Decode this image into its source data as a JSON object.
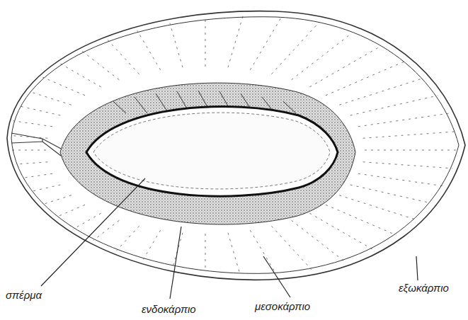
{
  "diagram": {
    "labels": [
      "εξωκάρπιο",
      "σπέρμα",
      "μεσοκάρπιο",
      "ενδοκάρπιο"
    ]
  }
}
